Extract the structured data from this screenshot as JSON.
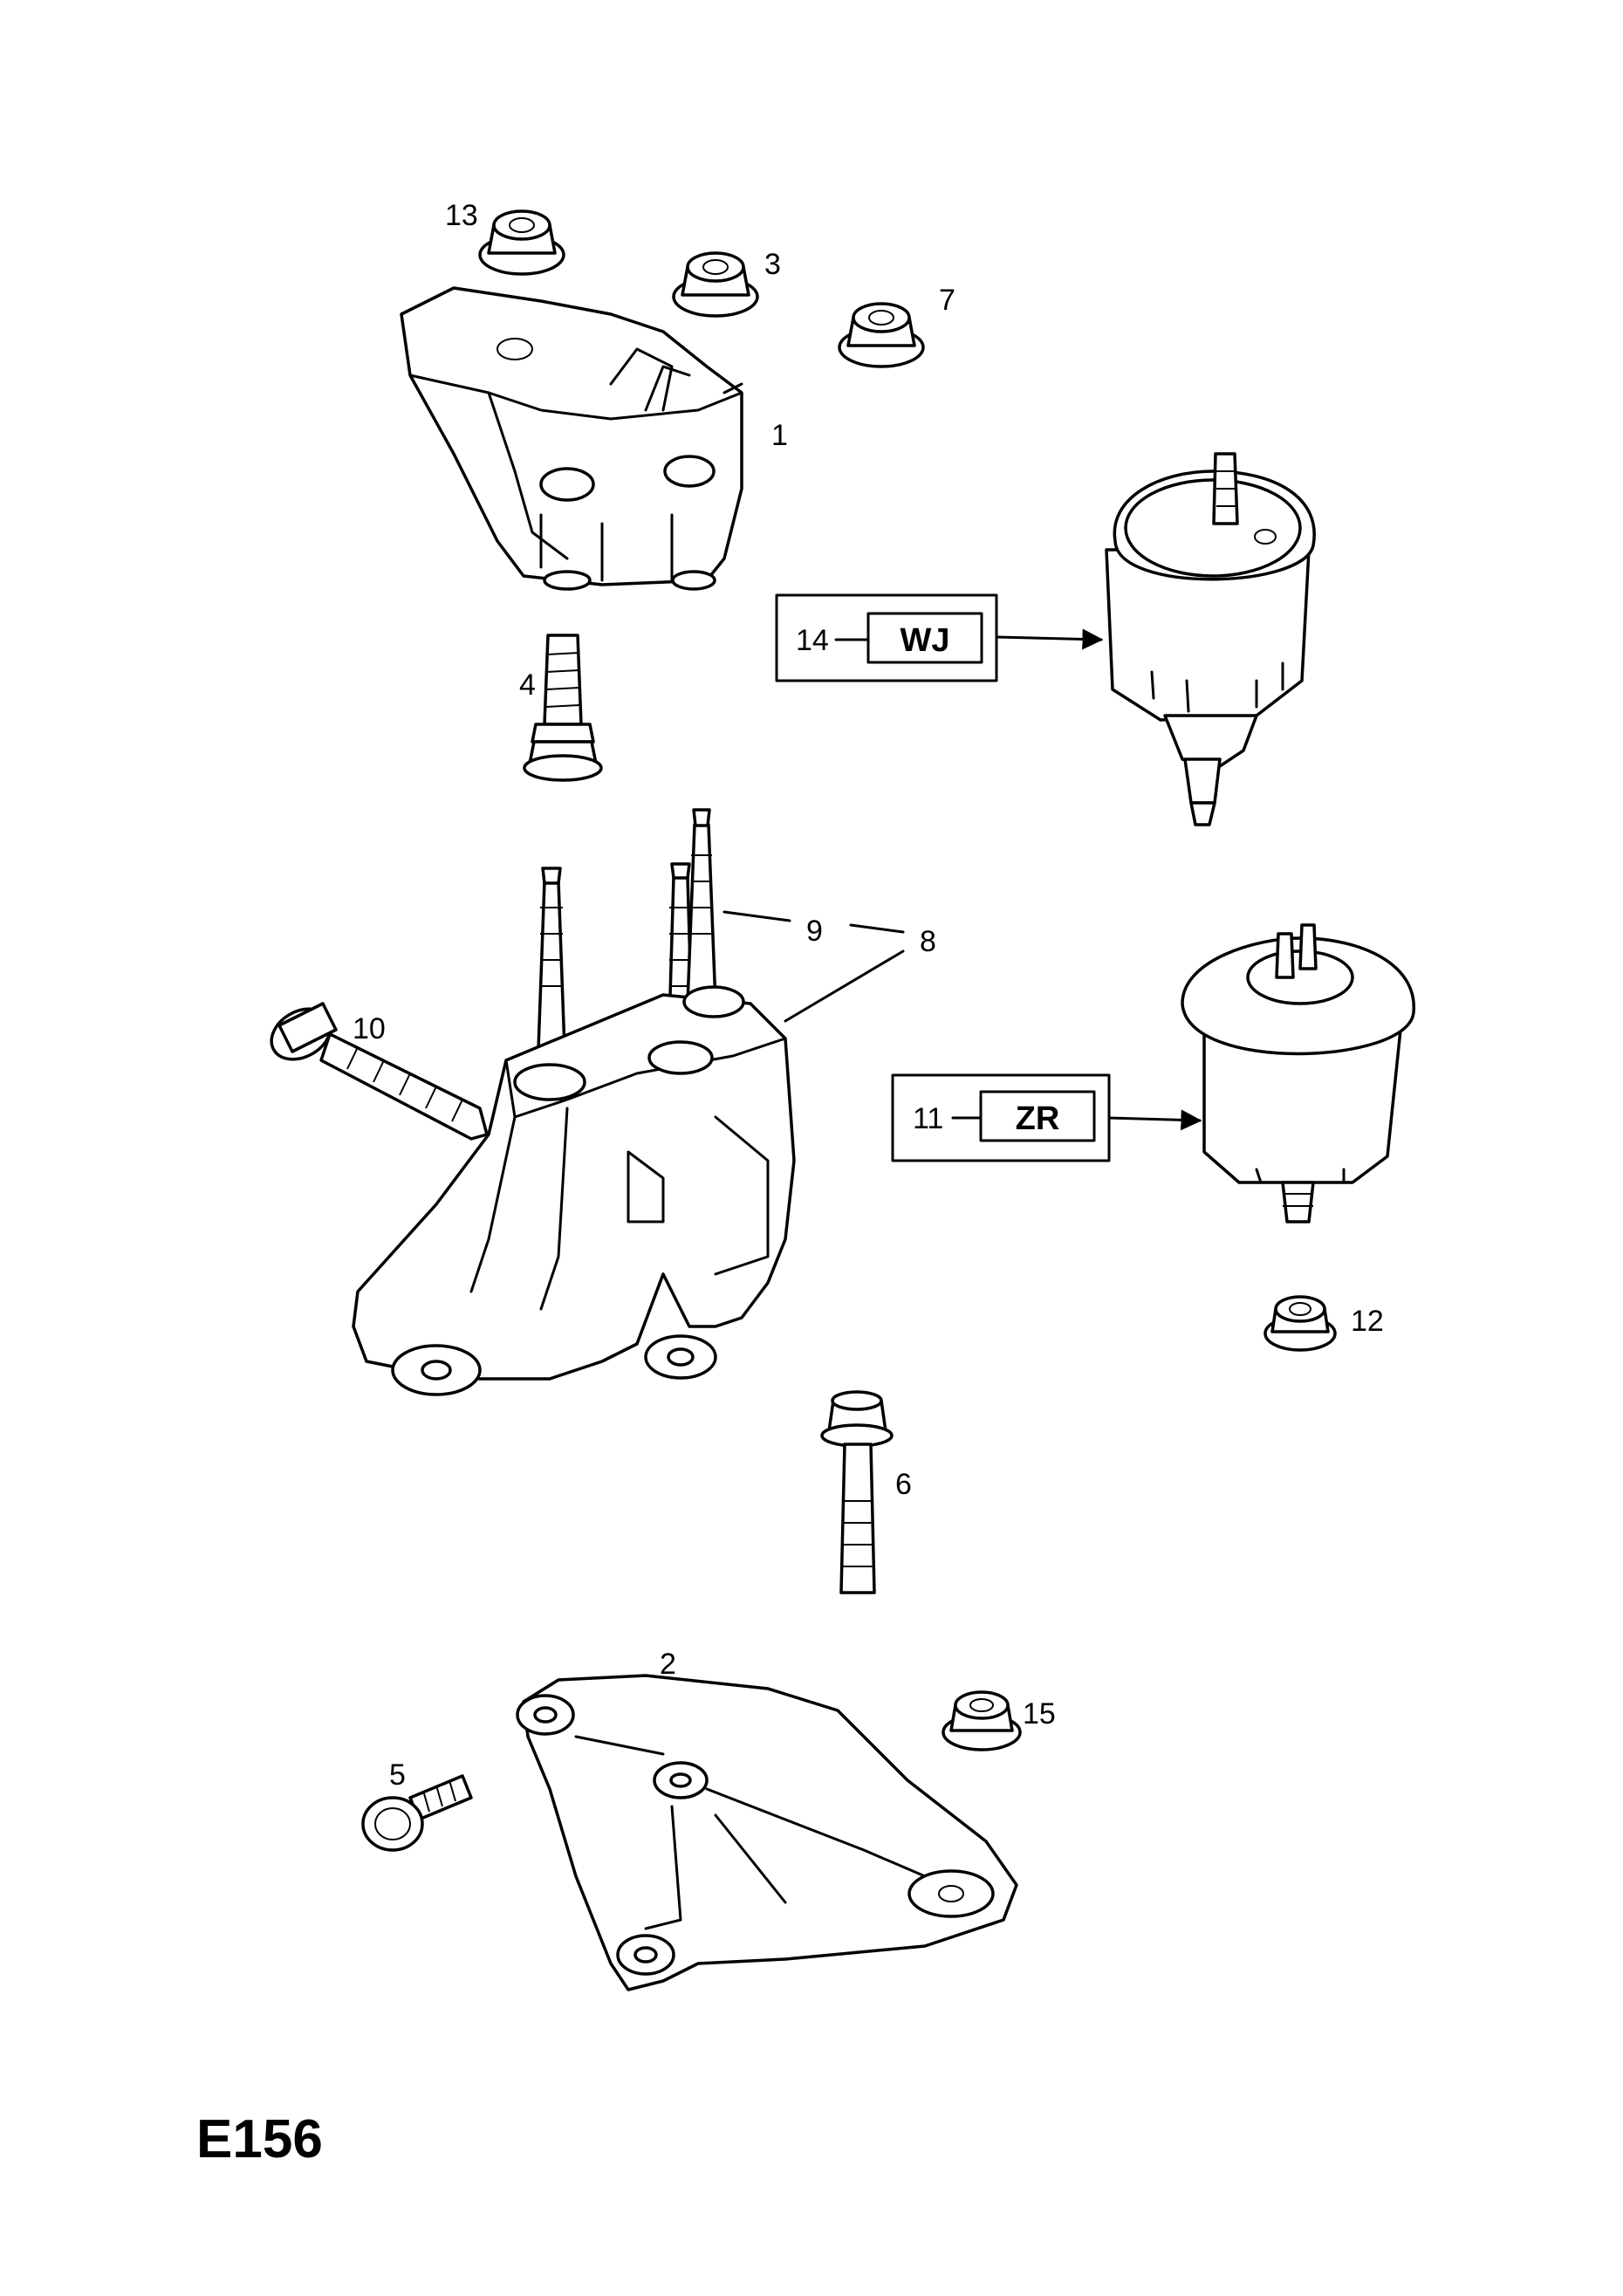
{
  "diagram_code": "E156",
  "callouts": {
    "p1": "1",
    "p2": "2",
    "p3": "3",
    "p4": "4",
    "p5": "5",
    "p6": "6",
    "p7": "7",
    "p8": "8",
    "p9": "9",
    "p10": "10",
    "p11": "11",
    "p12": "12",
    "p13": "13",
    "p14": "14",
    "p15": "15"
  },
  "variants": {
    "wj": {
      "ref": "14",
      "code": "WJ"
    },
    "zr": {
      "ref": "11",
      "code": "ZR"
    }
  }
}
